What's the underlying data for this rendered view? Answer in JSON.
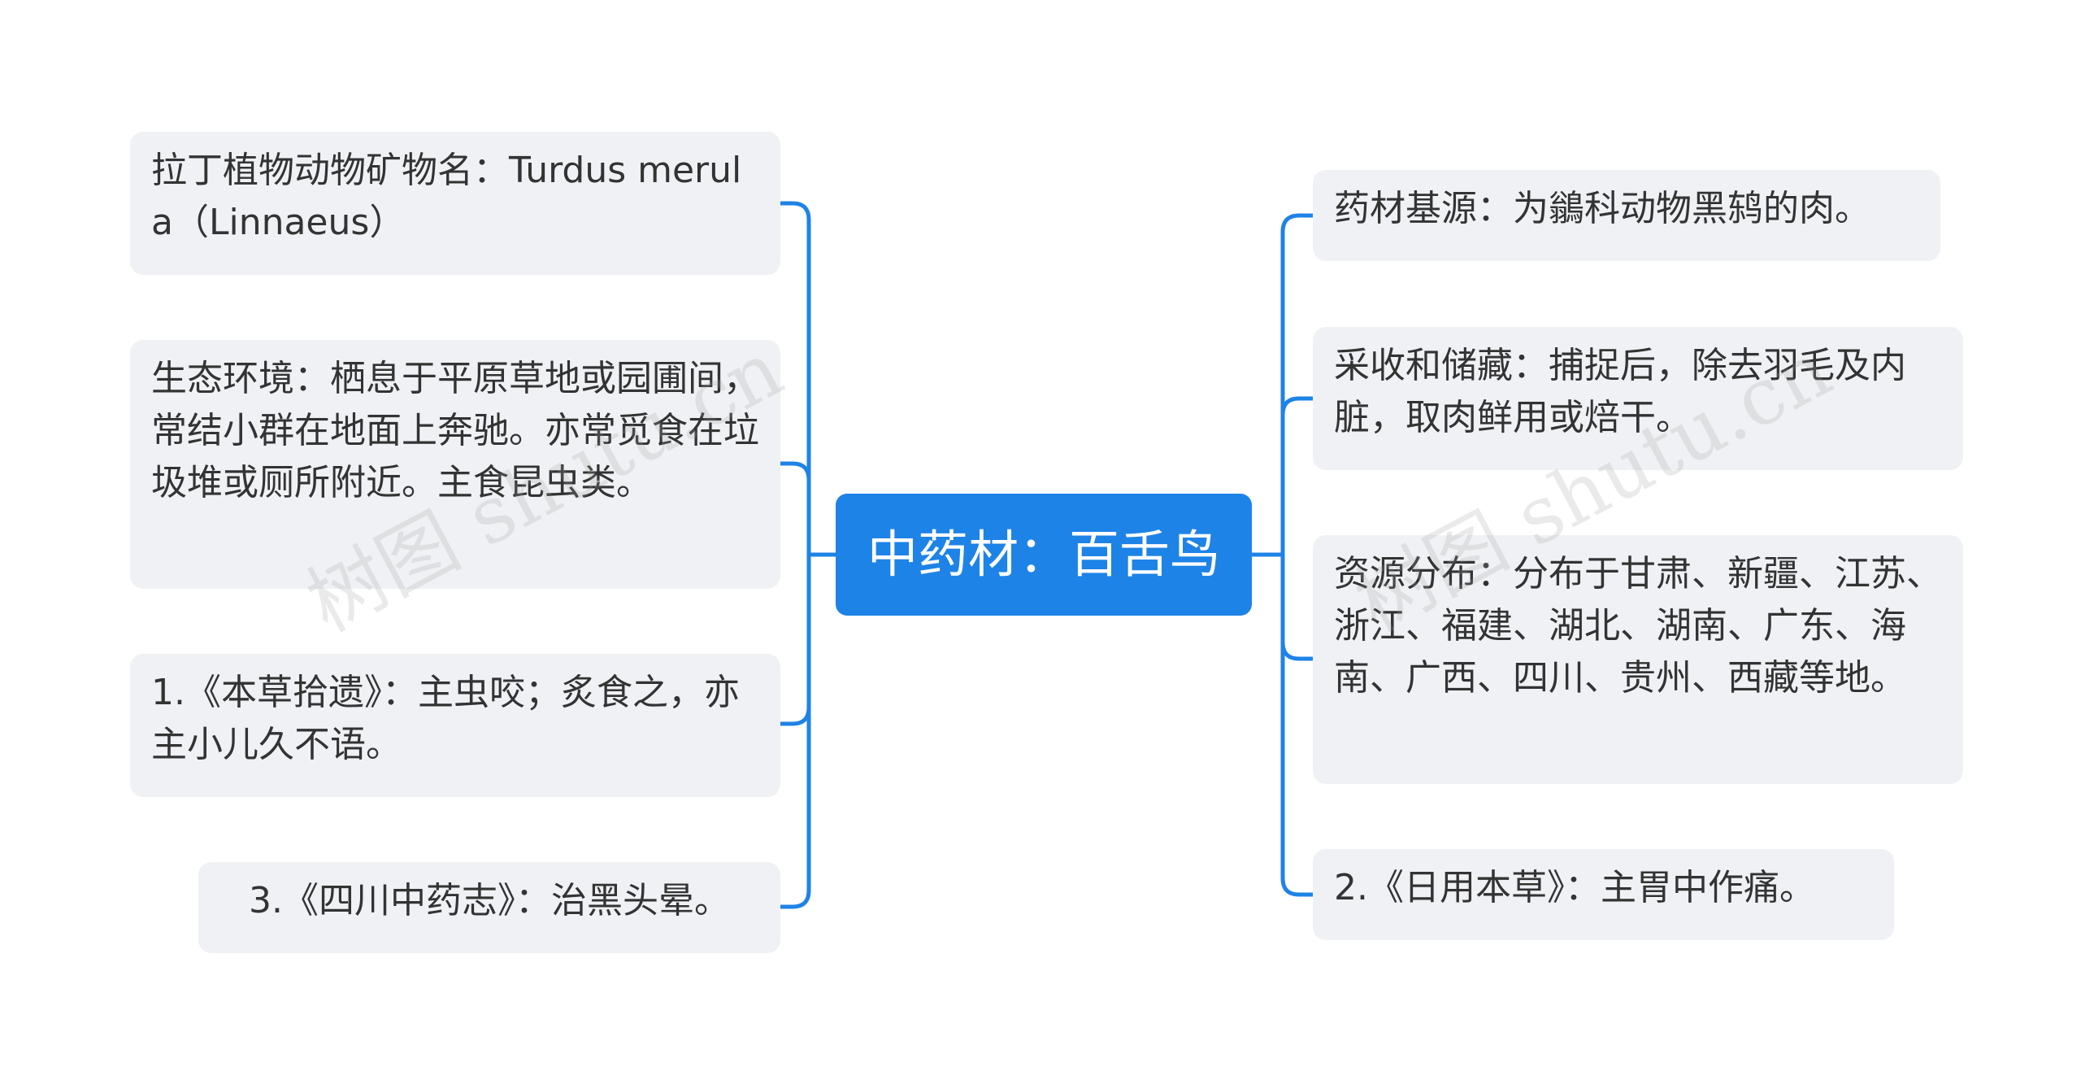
{
  "mindmap": {
    "root": "中药材：百舌鸟",
    "left": [
      "拉丁植物动物矿物名：Turdus merula（Linnaeus）",
      "生态环境：栖息于平原草地或园圃间，常结小群在地面上奔驰。亦常觅食在垃圾堆或厕所附近。主食昆虫类。",
      "1.《本草拾遗》：主虫咬；炙食之，亦主小儿久不语。",
      "3.《四川中药志》：治黑头晕。"
    ],
    "right": [
      "药材基源：为鶲科动物黑鸫的肉。",
      "采收和储藏：捕捉后，除去羽毛及内脏，取肉鲜用或焙干。",
      "资源分布：分布于甘肃、新疆、江苏、浙江、福建、湖北、湖南、广东、海南、广西、四川、贵州、西藏等地。",
      "2.《日用本草》：主胃中作痛。"
    ]
  },
  "watermark": {
    "left_text": "树图 shutu.cn",
    "right_text": "树图 shutu.cn"
  },
  "colors": {
    "root_fill": "#1e83e6",
    "root_text": "#ffffff",
    "node_fill": "#eff1f4",
    "node_text": "#333333",
    "connector": "#1e83e6"
  }
}
